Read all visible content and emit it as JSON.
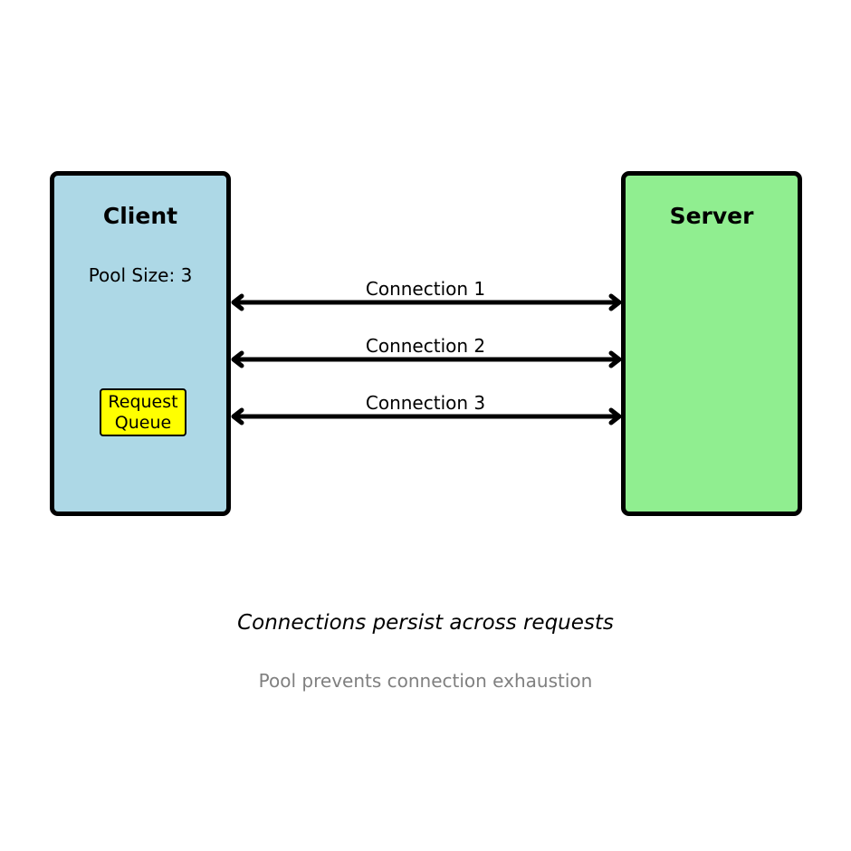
{
  "client": {
    "title": "Client",
    "pool_size": "Pool Size: 3",
    "queue_line1": "Request",
    "queue_line2": "Queue",
    "fill": "#add8e6",
    "queue_fill": "#ffff00"
  },
  "server": {
    "title": "Server",
    "fill": "#90ee90"
  },
  "connections": [
    {
      "label": "Connection 1"
    },
    {
      "label": "Connection 2"
    },
    {
      "label": "Connection 3"
    }
  ],
  "caption": "Connections persist across requests",
  "subcaption": "Pool prevents connection exhaustion",
  "colors": {
    "line": "#000000",
    "subcaption": "#808080"
  }
}
